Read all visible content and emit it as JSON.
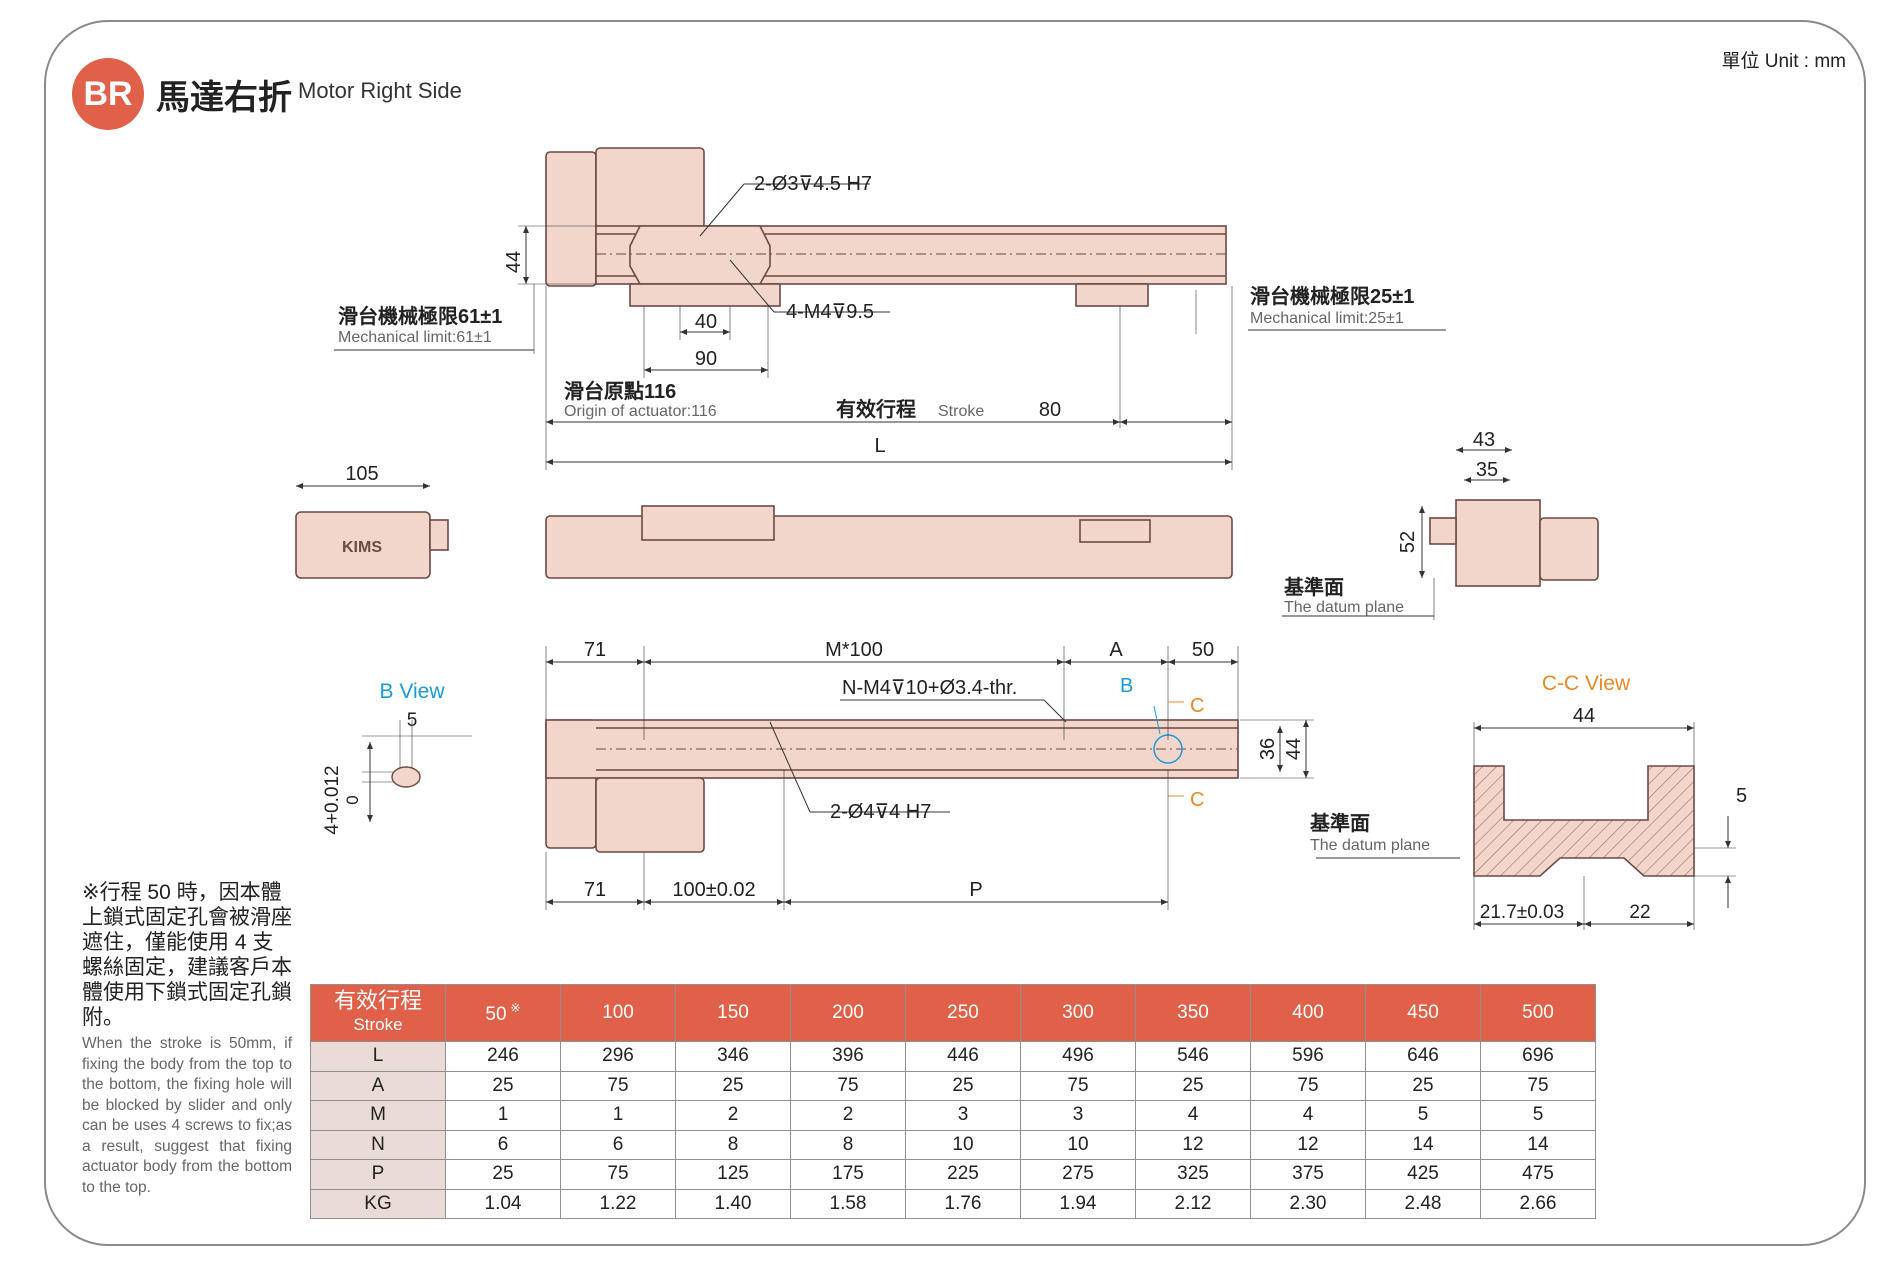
{
  "header": {
    "badge": "BR",
    "title_zh": "馬達右折",
    "title_en": "Motor Right Side",
    "unit": "單位 Unit : mm"
  },
  "drawing": {
    "top_view": {
      "hole_a": "2-Ø3⊽4.5 H7",
      "hole_b": "4-M4⊽9.5",
      "height": "44",
      "d40": "40",
      "d90": "90",
      "mech_limit_left_zh": "滑台機械極限61±1",
      "mech_limit_left_en": "Mechanical limit:61±1",
      "mech_limit_right_zh": "滑台機械極限25±1",
      "mech_limit_right_en": "Mechanical limit:25±1",
      "origin_zh": "滑台原點116",
      "origin_en": "Origin of actuator:116",
      "stroke_zh": "有效行程",
      "stroke_en": "Stroke",
      "d80": "80",
      "length": "L"
    },
    "side_view": {
      "motor_width": "105",
      "logo": "KIMS",
      "end_w43": "43",
      "end_w35": "35",
      "end_h52": "52",
      "datum_zh": "基準面",
      "datum_en": "The datum plane"
    },
    "bottom_view": {
      "d71_top": "71",
      "m100": "M*100",
      "dim_a": "A",
      "d50": "50",
      "n_holes": "N-M4⊽10+Ø3.4-thr.",
      "b_marker": "B",
      "c_top": "C",
      "c_bottom": "C",
      "d36": "36",
      "d44": "44",
      "dowel_holes": "2-Ø4⊽4 H7",
      "d71_bottom": "71",
      "d100": "100±0.02",
      "dim_p": "P"
    },
    "b_view": {
      "title": "B View",
      "d5": "5",
      "tol": "4+0.012",
      "tol_lower": "0"
    },
    "cc_view": {
      "title": "C-C View",
      "d44": "44",
      "d5": "5",
      "datum_zh": "基準面",
      "datum_en": "The datum plane",
      "d21": "21.7±0.03",
      "d22": "22"
    }
  },
  "note": {
    "zh": "※行程 50 時，因本體上鎖式固定孔會被滑座遮住，僅能使用 4 支螺絲固定，建議客戶本體使用下鎖式固定孔鎖附。",
    "en": "When the stroke is 50mm, if fixing the body from the top to the bottom, the fixing hole will be blocked by slider and only can be uses 4 screws to fix;as a result, suggest that fixing actuator body from the bottom to the top."
  },
  "table": {
    "header_zh": "有效行程",
    "header_en": "Stroke",
    "footnote_mark": "※",
    "strokes": [
      "50",
      "100",
      "150",
      "200",
      "250",
      "300",
      "350",
      "400",
      "450",
      "500"
    ],
    "rows": [
      {
        "label": "L",
        "values": [
          "246",
          "296",
          "346",
          "396",
          "446",
          "496",
          "546",
          "596",
          "646",
          "696"
        ]
      },
      {
        "label": "A",
        "values": [
          "25",
          "75",
          "25",
          "75",
          "25",
          "75",
          "25",
          "75",
          "25",
          "75"
        ]
      },
      {
        "label": "M",
        "values": [
          "1",
          "1",
          "2",
          "2",
          "3",
          "3",
          "4",
          "4",
          "5",
          "5"
        ]
      },
      {
        "label": "N",
        "values": [
          "6",
          "6",
          "8",
          "8",
          "10",
          "10",
          "12",
          "12",
          "14",
          "14"
        ]
      },
      {
        "label": "P",
        "values": [
          "25",
          "75",
          "125",
          "175",
          "225",
          "275",
          "325",
          "375",
          "425",
          "475"
        ]
      },
      {
        "label": "KG",
        "values": [
          "1.04",
          "1.22",
          "1.40",
          "1.58",
          "1.76",
          "1.94",
          "2.12",
          "2.30",
          "2.48",
          "2.66"
        ]
      }
    ]
  },
  "colors": {
    "accent": "#e0604a",
    "body_fill": "#f2d6cc",
    "body_stroke": "#6b4a42",
    "label_cell": "#eadbd6",
    "b_view_title": "#1a9ad6",
    "cc_view_title": "#e8892a"
  }
}
